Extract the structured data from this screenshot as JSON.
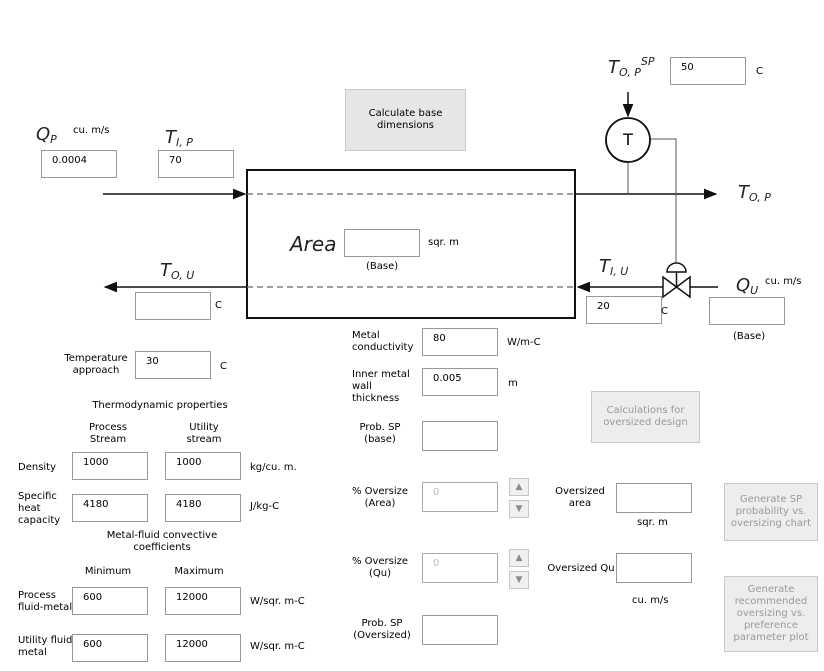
{
  "buttons": {
    "calculate_base": "Calculate base dimensions",
    "calculations_oversized": "Calculations for oversized design",
    "generate_sp_chart": "Generate SP probability vs. oversizing chart",
    "generate_recommended": "Generate recommended oversizing vs. preference parameter plot"
  },
  "diagram": {
    "qp_symbol": "Q",
    "qp_sub": "P",
    "qp_unit": "cu. m/s",
    "qp_value": "0.0004",
    "tip_symbol": "T",
    "tip_sub": "I, P",
    "tip_value": "70",
    "top_symbol": "T",
    "top_sub": "O, P",
    "topsp_symbol": "T",
    "topsp_sub": "O, P",
    "topsp_sup": "SP",
    "topsp_value": "50",
    "topsp_unit": "C",
    "controller_label": "T",
    "area_label": "Area",
    "area_value": "",
    "area_unit": "sqr. m",
    "area_base": "(Base)",
    "tou_symbol": "T",
    "tou_sub": "O, U",
    "tou_value": "",
    "tou_unit": "C",
    "tiu_symbol": "T",
    "tiu_sub": "I, U",
    "tiu_value": "20",
    "tiu_unit": "C",
    "qu_symbol": "Q",
    "qu_sub": "U",
    "qu_unit": "cu. m/s",
    "qu_value": "",
    "qu_base": "(Base)"
  },
  "temp_approach": {
    "label": "Temperature approach",
    "value": "30",
    "unit": "C"
  },
  "thermo": {
    "title": "Thermodynamic properties",
    "col_process": "Process Stream",
    "col_utility": "Utility stream",
    "density_label": "Density",
    "density_process": "1000",
    "density_utility": "1000",
    "density_unit": "kg/cu. m.",
    "heat_label": "Specific heat capacity",
    "heat_process": "4180",
    "heat_utility": "4180",
    "heat_unit": "J/kg-C"
  },
  "convective": {
    "title": "Metal-fluid convective coefficients",
    "col_min": "Minimum",
    "col_max": "Maximum",
    "process_label": "Process fluid-metal",
    "process_min": "600",
    "process_max": "12000",
    "process_unit": "W/sqr. m-C",
    "utility_label": "Utility fluid-metal",
    "utility_min": "600",
    "utility_max": "12000",
    "utility_unit": "W/sqr. m-C"
  },
  "metal": {
    "conductivity_label": "Metal conductivity",
    "conductivity_value": "80",
    "conductivity_unit": "W/m-C",
    "thickness_label": "Inner metal wall thickness",
    "thickness_value": "0.005",
    "thickness_unit": "m"
  },
  "oversize": {
    "prob_sp_base_label": "Prob. SP (base)",
    "prob_sp_base_value": "",
    "oversize_area_label": "% Oversize (Area)",
    "oversize_area_value": "0",
    "oversized_area_label": "Oversized area",
    "oversized_area_value": "",
    "oversized_area_unit": "sqr. m",
    "oversize_qu_label": "% Oversize (Qu)",
    "oversize_qu_value": "0",
    "oversized_qu_label": "Oversized Qu",
    "oversized_qu_value": "",
    "oversized_qu_unit": "cu. m/s",
    "prob_sp_oversized_label": "Prob. SP (Oversized)",
    "prob_sp_oversized_value": ""
  },
  "icons": {
    "spinner_up": "up-arrow-icon",
    "spinner_down": "down-arrow-icon"
  }
}
